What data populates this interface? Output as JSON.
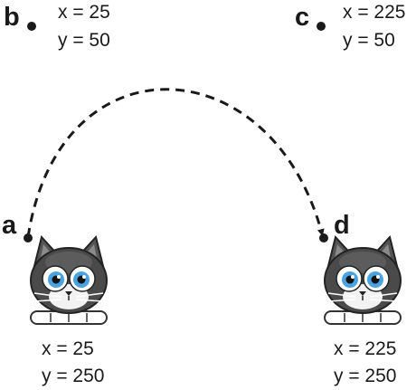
{
  "points": {
    "a": {
      "letter": "a",
      "x_text": "x = 25",
      "y_text": "y = 250"
    },
    "b": {
      "letter": "b",
      "x_text": "x = 25",
      "y_text": "y = 50"
    },
    "c": {
      "letter": "c",
      "x_text": "x = 225",
      "y_text": "y = 50"
    },
    "d": {
      "letter": "d",
      "x_text": "x = 225",
      "y_text": "y = 250"
    }
  },
  "colors": {
    "ink": "#1a1a1a",
    "cat_fur": "#4a4a4a",
    "cat_eye": "#4aa3df"
  },
  "icons": {
    "cat": "cat-icon"
  }
}
